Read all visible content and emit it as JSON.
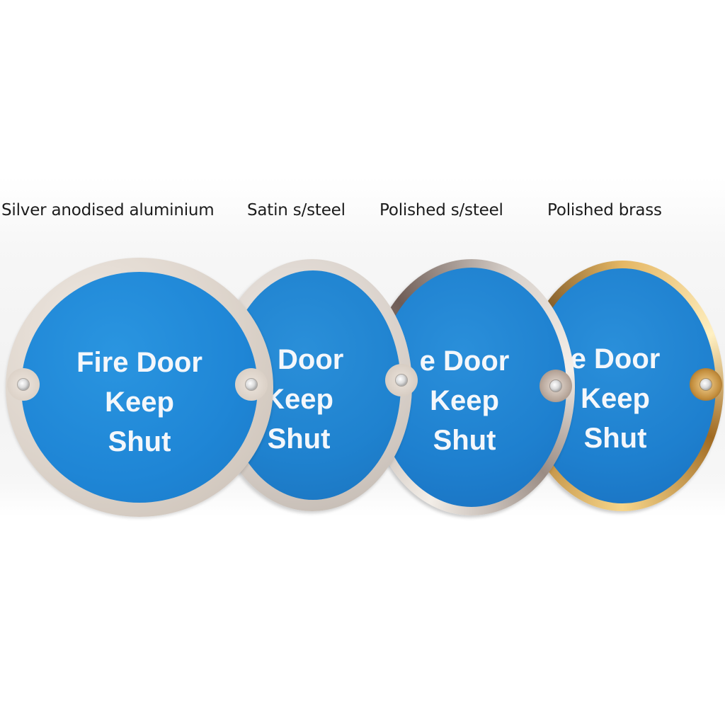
{
  "captions": [
    "Silver anodised aluminium",
    "Satin s/steel",
    "Polished s/steel",
    "Polished brass"
  ],
  "sign": {
    "line1_full": "Fire Door",
    "line1_cropped": "e Door",
    "line2_full": "Keep",
    "line2_cropped": "Keep",
    "line3": "Shut"
  },
  "colors": {
    "sign_blue": "#1f86d6",
    "legend_white": "#f4f7fb",
    "aluminium": "#dcd3ca",
    "satin_steel": "#d8d0c9",
    "polished_steel": "#b9ada5",
    "polished_brass": "#c48f3e"
  }
}
